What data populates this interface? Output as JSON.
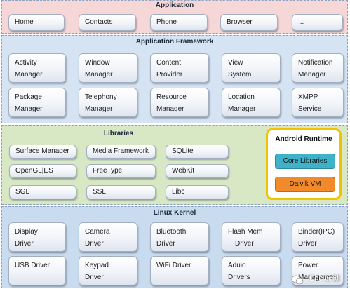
{
  "colors": {
    "application_bg": "#f6d7d7",
    "framework_bg": "#d5e3f3",
    "libraries_bg": "#d8e8c4",
    "kernel_bg": "#c9dbef",
    "runtime_border": "#f0c200",
    "core_libraries": "#3fb2c9",
    "dalvik_vm": "#f08a2a"
  },
  "application": {
    "title": "Application",
    "items": [
      "Home",
      "Contacts",
      "Phone",
      "Browser",
      "..."
    ]
  },
  "framework": {
    "title": "Application Framework",
    "items": [
      [
        "Activity",
        "Manager"
      ],
      [
        "Window",
        "Manager"
      ],
      [
        "Content",
        "Provider"
      ],
      [
        "View",
        "System"
      ],
      [
        "Notification",
        "Manager"
      ],
      [
        "Package",
        "Manager"
      ],
      [
        "Telephony",
        "Manager"
      ],
      [
        "Resource",
        "Manager"
      ],
      [
        "Location",
        "Manager"
      ],
      [
        "XMPP",
        "Service"
      ]
    ]
  },
  "libraries": {
    "title": "Libraries",
    "items": [
      "Surface Manager",
      "Media Framework",
      "SQLite",
      "OpenGL|ES",
      "FreeType",
      "WebKit",
      "SGL",
      "SSL",
      "Libc"
    ]
  },
  "runtime": {
    "title": "Android Runtime",
    "core": "Core Libraries",
    "vm": "Dalvik VM"
  },
  "kernel": {
    "title": "Linux Kernel",
    "items": [
      [
        "Display",
        "Driver"
      ],
      [
        "Camera",
        "Driver"
      ],
      [
        "Bluetooth",
        "Driver"
      ],
      [
        "Flash Mem",
        "Driver"
      ],
      [
        "Binder(IPC)",
        "Driver"
      ],
      [
        "USB Driver"
      ],
      [
        "Keypad",
        "Driver"
      ],
      [
        "WiFi Driver"
      ],
      [
        "Aduio",
        "Drivers"
      ],
      [
        "Power",
        "Managemen"
      ]
    ]
  },
  "watermark": "Eric 原创"
}
